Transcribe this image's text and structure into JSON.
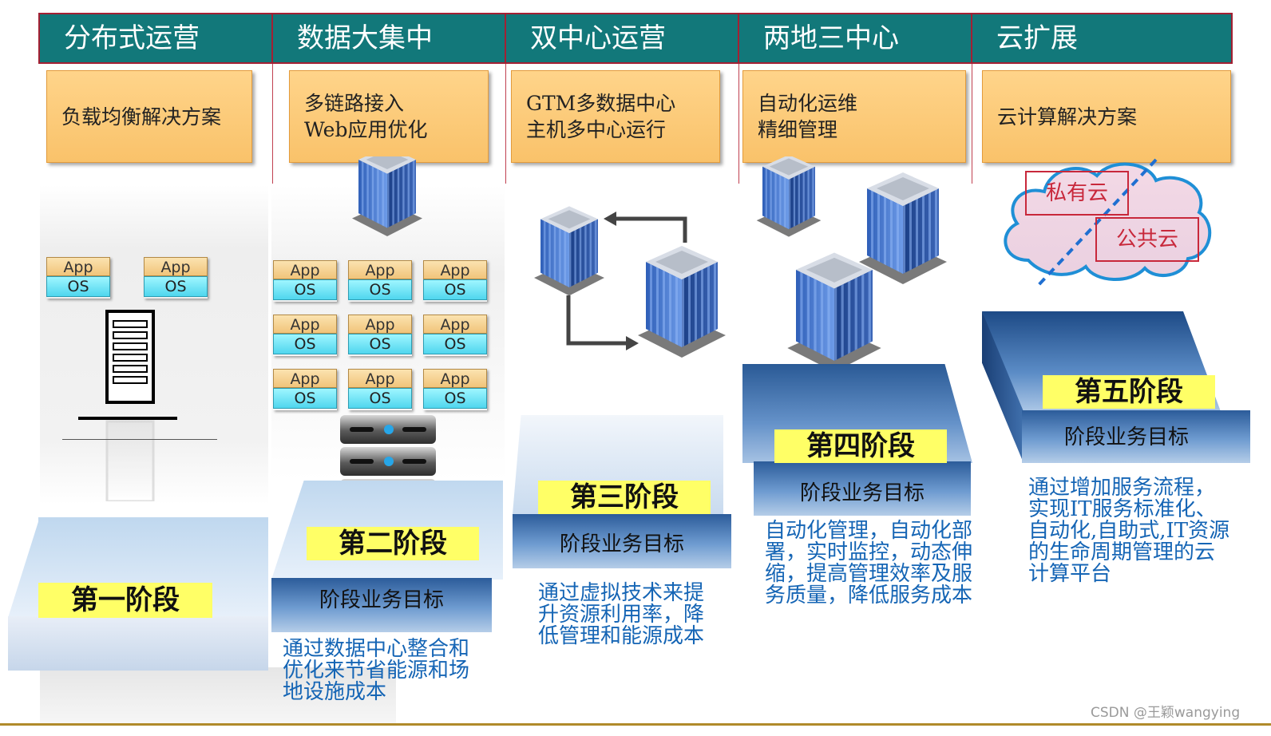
{
  "headers": [
    "分布式运营",
    "数据大集中",
    "双中心运营",
    "两地三中心",
    "云扩展"
  ],
  "solutions": {
    "s1": [
      "负载均衡解决方案"
    ],
    "s2": [
      "多链路接入",
      "Web应用优化"
    ],
    "s3": [
      "GTM多数据中心",
      "主机多中心运行"
    ],
    "s4": [
      "自动化运维",
      "精细管理"
    ],
    "s5": [
      "云计算解决方案"
    ]
  },
  "chip": {
    "app": "App",
    "os": "OS"
  },
  "cloud": {
    "private": "私有云",
    "public": "公共云"
  },
  "stages": [
    "第一阶段",
    "第二阶段",
    "第三阶段",
    "第四阶段",
    "第五阶段"
  ],
  "goal_label": "阶段业务目标",
  "descriptions": {
    "d2": [
      "通过数据中心整合和",
      "优化来节省能源和场",
      "地设施成本"
    ],
    "d3": [
      "通过虚拟技术来提",
      "升资源利用率，降",
      "低管理和能源成本"
    ],
    "d4": [
      "自动化管理，自动化部",
      "署，实时监控，动态伸",
      "缩，提高管理效率及服",
      "务质量，降低服务成本"
    ],
    "d5": [
      "通过增加服务流程，",
      "实现IT服务标准化、",
      "自动化,自助式,IT资源",
      "的生命周期管理的云",
      "计算平台"
    ]
  },
  "watermark": "CSDN @王颖wangying",
  "colors": {
    "header_bg": "#12787a",
    "header_border": "#a32033",
    "stage_label_bg": "#ffff66",
    "description_text": "#1565b5"
  }
}
